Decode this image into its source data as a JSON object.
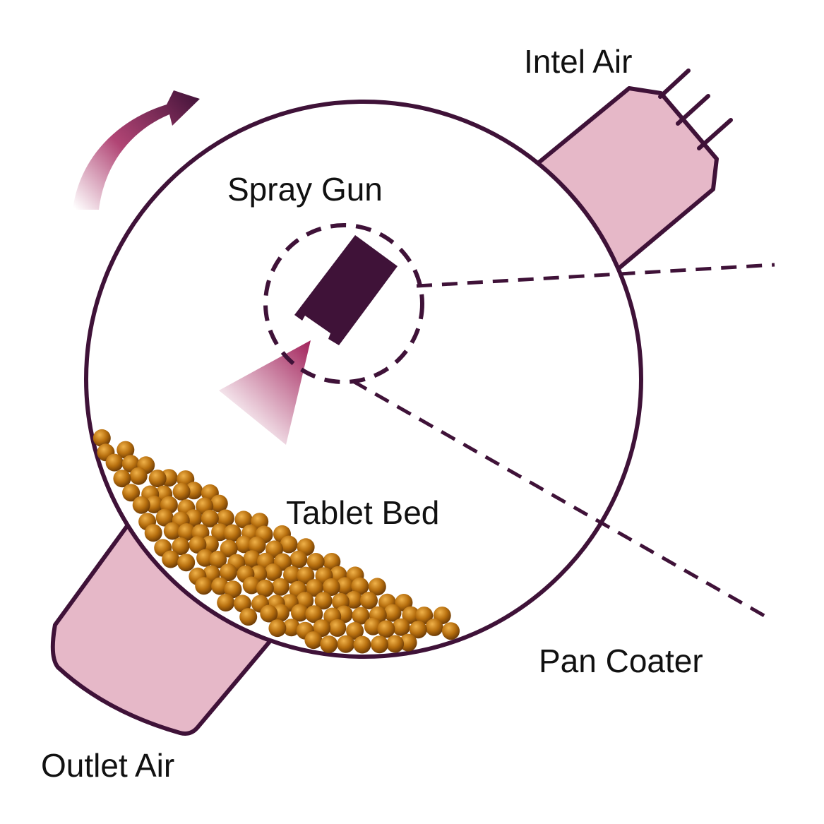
{
  "labels": {
    "inlet_air": "Intel Air",
    "spray_gun": "Spray Gun",
    "tablet_bed": "Tablet Bed",
    "pan_coater": "Pan Coater",
    "outlet_air": "Outlet Air"
  },
  "colors": {
    "outline": "#3f1238",
    "duct_fill": "#e6b8c8",
    "spray": "#a3245c",
    "tablet": "#b8700f",
    "tablet_highlight": "#f0b24a",
    "tablet_shade": "#6b3a05",
    "background": "#ffffff"
  },
  "icons": {
    "rotation": "curved-arrow-icon"
  }
}
